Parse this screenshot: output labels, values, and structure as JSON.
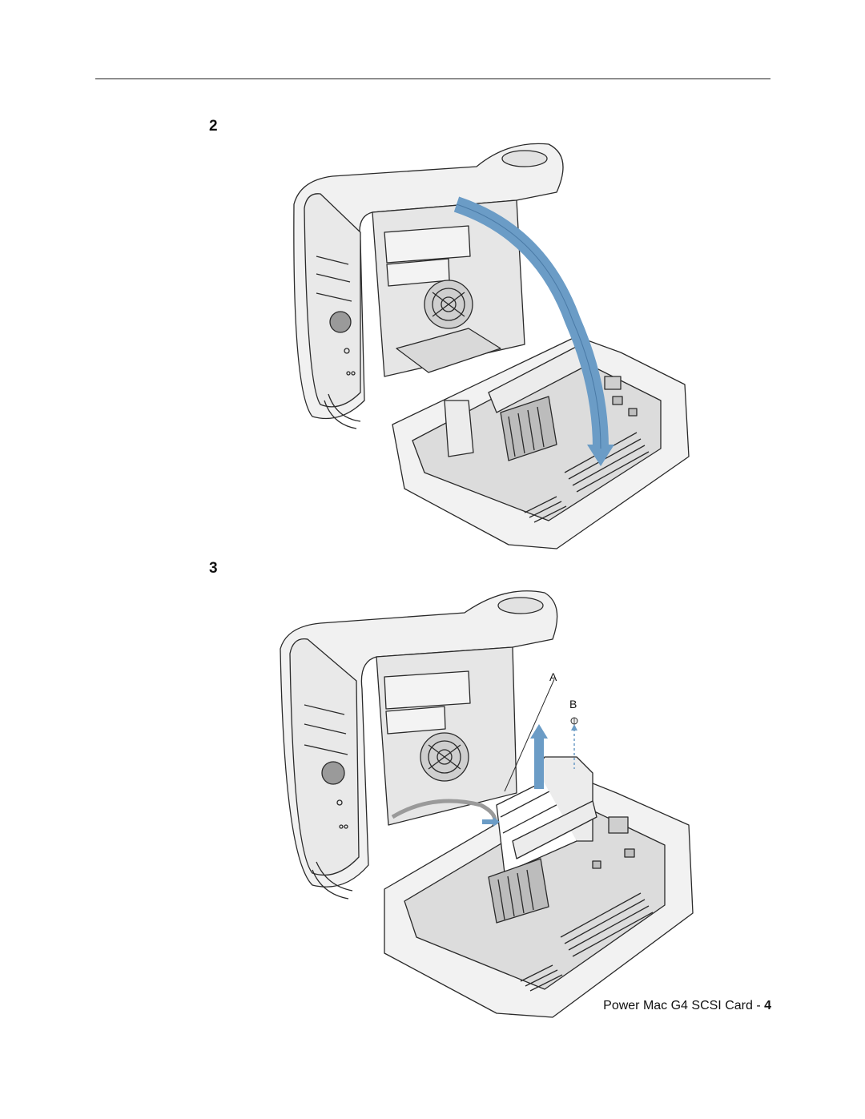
{
  "page": {
    "steps": [
      {
        "number": "2"
      },
      {
        "number": "3"
      }
    ],
    "figure3": {
      "callout_a": "A",
      "callout_b": "B"
    },
    "footer": {
      "title": "Power Mac G4 SCSI Card - ",
      "page_number": "4"
    }
  },
  "colors": {
    "arrow_blue": "#6b9cc6",
    "line": "#2a2a2a",
    "case_fill": "#f1f1f1",
    "interior_fill": "#dcdcdc"
  },
  "icons": {
    "rotate_arrow": "curved-arrow-icon",
    "lift_arrow": "up-arrow-icon",
    "screw": "screw-icon"
  }
}
